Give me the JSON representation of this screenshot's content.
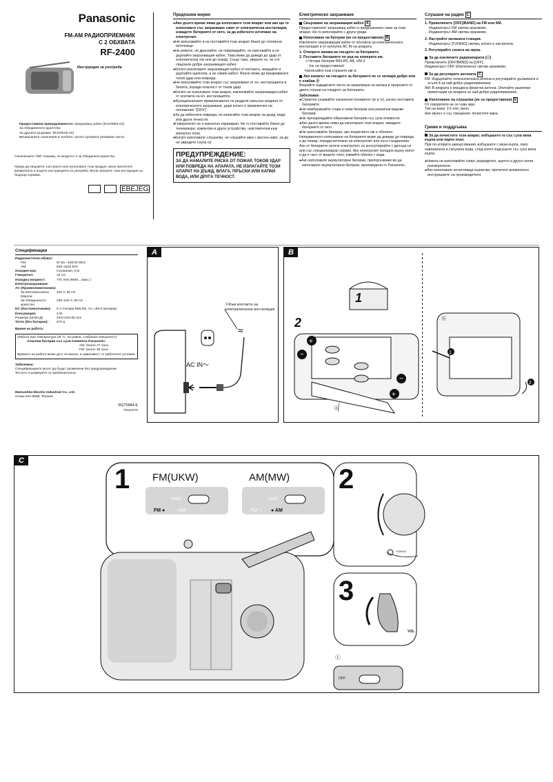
{
  "header": {
    "brand": "Panasonic",
    "product_line1": "FM-AM РАДИОПРИЕМНИК",
    "product_line2": "С 2 ОБХВАТА",
    "model": "RF-2400",
    "subtitle": "Инструкция за употреба"
  },
  "accessories": {
    "title": "Предоставени принадлежности:",
    "r1k": "За Обединеното кралство:",
    "r1v": "Захранващ кабел (RJA0053-2X)",
    "r2k": "За другите държави:",
    "r2v": "(RJA0019-1X)",
    "note": "●Изписаните означения в скобите, когато купувате резервни части."
  },
  "eb_note": "Означението \"EB\" показва, че моделът е за Обединено кралство.",
  "intro_note": "Преди да свържете, настроите или използвате този продукт, моля прочетете внимателно и изцяло инструкцията за употреба. Моля запазете тази инструкция за бъдещи справки.",
  "region_code": "EBEJEG",
  "precautions": {
    "title": "Предпазни мерки",
    "items": [
      "●Ако дълго време няма да използвате този апарат или ако ще го използвате със захранване само от електрическа инсталация, извадете батериите от него, за да избегнете изтичане на електролит.",
      "●Не използвайте и не поставяйте този апарат близо до топлинни източници.",
      "●Не режете, не драскайте, не повреждайте, не прегъвайте и не дърпайте захранващия кабел. Това може да доведе до удар от електрически ток или до пожар. Също така, уверете се, че сте свързали добре захранващия кабел.",
      "●Когато изключвате захранващия кабел от контакта, хващайте и дърпайте щепсела, а не самия кабел. Иначе може да предизвикате токов удар или повреда.",
      "●Не използвайте този апарат със захранване от ел. инсталацията в банята, поради опасност от токов удар.",
      "●Когато не използвате този апарат, изключвайте захранващия кабел от контакта на ел. инсталацията.",
      "●Функционалният превключвател не разделя напълно апарата от електрическото захранване, дори когато е превключен на положение \"[OFF]\".",
      "●За да избегнете повреда, не излагайте този апарат на дъжд, вода или други течности.",
      "●Говорителят не е магнитно екраниран. Не го поставяйте близо до телевизори, компютри и други устройства, чувствителни към магнитно поле.",
      "●Когато използвате слушалки, не слушайте звук с високо ниво, за да не увредите слуха си."
    ],
    "warning_title": "ПРЕДУПРЕЖДЕНИЕ:",
    "warning_text": "ЗА ДА НАМАЛИТЕ РИСКА ОТ ПОЖАР, ТОКОВ УДАР ИЛИ ПОВРЕДА НА АПАРАТА, НЕ ИЗЛАГАЙТЕ ТОЗИ АПАРАТ НА ДЪЖД, ВЛАГА, ПРЪСКИ ИЛИ КАПКИ ВОДА, ИЛИ ДРУГА ТЕЧНОСТ."
  },
  "power": {
    "title": "Електрическо захранване",
    "s1_title": "Свързване на захранващия кабел",
    "s1_ref": "A",
    "s1_text": "Предоставеният захранващ кабел е предназначен само за този апарат. Не го използвайте с други уреди.",
    "s2_title": "Използване на батерии (не са предоставени)",
    "s2_ref": "B",
    "s2_text": "Изключете захранващия кабел от контакта на електрическата инсталация и от куплунга AC IN на апарата.",
    "s2_step1": "1. Отворете капака на гнездото за батериите.",
    "s2_step2": "2. Поставете батериите по ред на номерата им.",
    "s2_step2a": "ⓐЧетири батерии R6/LR6, AA, UM-3",
    "s2_step2b": "(не са предоставени)",
    "s2_step2c": "Натискайте към страните им ⊖.",
    "s3_title": "Ако капакът на гнездото за батериите не се затваря добре или е хлабав",
    "s3_ref": "ⓑ",
    "s3_text": "Вкарайте издадените части за закрепване на капака в прорезите от двете страни на гнездото за батериите.",
    "notes_title": "Забележки:",
    "notes": [
      "●Стриктно спазвайте означения поляритет (⊕ и ⊖), когато поставяте батериите.",
      "●Не комбинирайте стари и нови батерии или различни видове батерии.",
      "●Не презареждайте обикновени батерии със сухи елементи.",
      "●Ако дълго време няма да използвате този апарат, извадете батериите от него.",
      "●Не използвайте батерии, ако покритието им е обелено."
    ],
    "misuse": "Неправилното използване на батериите може да доведе до повреда и до пожар, поради изтичане на електролит или късо съединение. Ако от батериите изтече електролит, се консултирайте с дилъра си или със специализиран сервиз. Ако електролит попадне върху която и да е част от вашето тяло, измийте обилно с вода.",
    "rechargeable": "●Ако използвате акумулаторни батерии, препоръчваме ви да използвате акумулаторни батерии, произведени от Panasonic."
  },
  "radio": {
    "title": "Слушане на радио",
    "ref": "C",
    "step1": "1. Превключете [OFF]/BAND] на FM или AM.",
    "step1a": "Индикаторът FM светва оранжево.",
    "step1b": "Индикаторът AM светва оранжево.",
    "step2": "2. Настройте желаната станция.",
    "step2a": "Индикаторът [TUNING] светва, когато е настроена.",
    "step3": "3. Регулирайте силата на звука.",
    "off_title": "За да изключите радиоапарата (ⓒ)",
    "off_text1": "Превключете [OFF/BAND] на [OFF].",
    "off_text2": "Индикаторът OFF (Изключено) светва оранжево.",
    "ant_title": "За да регулирате антената",
    "ant_ref": "C",
    "ant_fm": "FM: Издърпайте телескопичната антена и регулирайте дължината и ъгъла й за най-добро радиоприемане.",
    "ant_am": "AM: В апарата е вградена феритна антена. Опитайте различни ориентации на апарата за най-добро радиоприемане.",
    "hp_title": "Използване на слушалки (не са предоставени)",
    "hp_ref": "E",
    "hp1": "От говорителя не се чува звук.",
    "hp2": "Тип на жака: 3.5 mm, моно",
    "hp3": "Ако звукът е със смущения, почистете жака."
  },
  "care": {
    "title": "Грижи и поддръжка",
    "s_title": "За да почистите този апарат, избършете го със суха мека кърпа или парче плат.",
    "text": "При по-упорити замърсявания, избършете с мека кърпа, леко навлажнена в сапунена вода, след което подсушете със суха мека кърпа.",
    "b1": "●Никога не използвайте спирт, разредител, ацетон и други силни разтворители.",
    "b2": "●Ако използвате почистващи кърпички, прочетете внимателно инструкциите на производителя."
  },
  "specs": {
    "title": "Спецификации",
    "rows": [
      [
        "Радиочестотен обхват:",
        ""
      ],
      [
        "FM:",
        "87.50 –108.00 MHz"
      ],
      [
        "AM:",
        "520–1610 kHz"
      ],
      [
        "Изходен жак:",
        "Слушалки, 8 Ω"
      ],
      [
        "Говорител:",
        "10 cm"
      ],
      [
        "Изходна мощност:",
        "770 mW (RMS…макс.)"
      ],
      [
        "Електрозахранване:",
        ""
      ],
      [
        "AC (Променливотоково):",
        ""
      ],
      [
        "За Континентална Европа:",
        "230 V, 50 Hz"
      ],
      [
        "За Обединеното кралство:",
        "230–240 V, 50 Hz"
      ],
      [
        "DC (Постоянотоково):",
        "6 V (четири R6/LR6, AA, UM-3 батерии)"
      ],
      [
        "Консумация:",
        "3 W"
      ],
      [
        "Размери (Ш×В×Д)",
        "234×122×82 mm"
      ],
      [
        "Тегло (без батерии):",
        "670 g"
      ]
    ],
    "battery_title": "Време на работа:",
    "battery_box": "(Работа при температура 25 °C, на равна, стабилна повърхност)",
    "battery_type": "Алкални батерии със сухи елементи Panasonic:",
    "battery_am": "AM: Около 47 часа",
    "battery_fm": "FM: Около 36 часа",
    "battery_note": "Времето на работа може да е по-малко, в зависимост от работните условия.",
    "remark_title": "Забележка:",
    "remark1": "Спецификациите могат да бъдат променяни без предупреждение.",
    "remark2": "Теглото и размерите са приблизителни."
  },
  "footer": {
    "company": "Matsushita Electric Industrial Co., Ltd.",
    "address": "Осака 542-8588, Япония",
    "code": "RQT5884-E",
    "code2": "F0101KY0"
  },
  "figA": {
    "label": "A",
    "callout": "ⓐКъм контакта на електрическата инсталация",
    "ac_in": "AC IN～"
  },
  "figB": {
    "label": "B",
    "n1": "1",
    "n2": "2",
    "a": "ⓐ",
    "b": "ⓑ"
  },
  "figC": {
    "label": "C",
    "s1": "1",
    "s2": "2",
    "s3": "3",
    "fm": "FM(UKW)",
    "am": "AM(MW)",
    "band": "BAND",
    "off": "OFF",
    "fm_ind": "FM ●",
    "am_ind": "○ AM",
    "fm_ind2": "FM ○",
    "am_ind2": "● AM",
    "tune": "TUNING",
    "vol": "VOL",
    "c": "ⓒ"
  }
}
